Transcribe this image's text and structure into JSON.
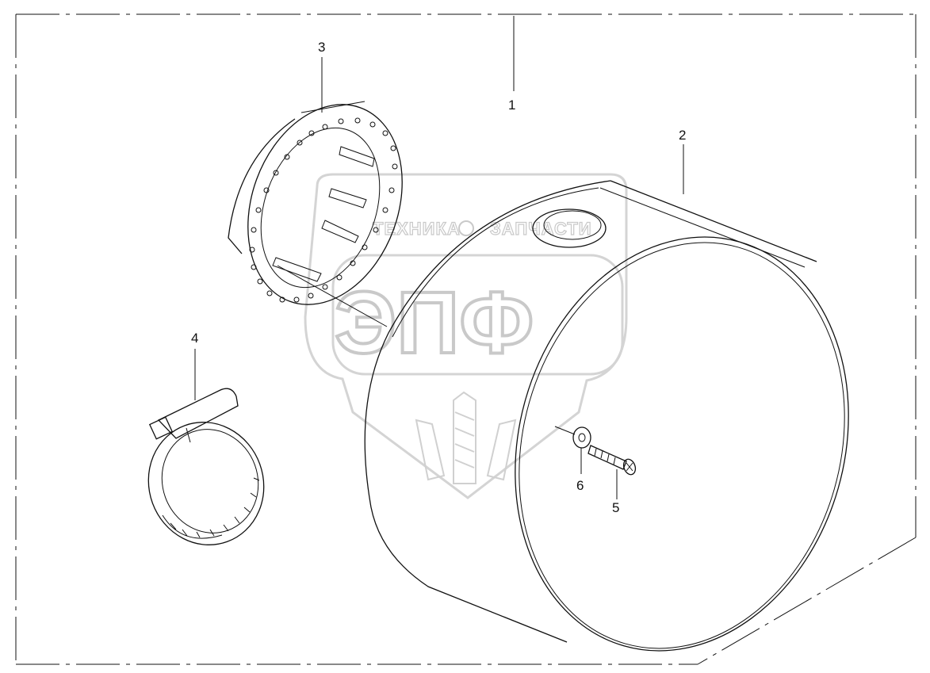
{
  "watermark": {
    "left_word": "ТЕХНИКА",
    "right_word": "ЗАПЧАСТИ",
    "big_letters": "ЭПФ"
  },
  "callouts": [
    {
      "id": "1",
      "label": "1"
    },
    {
      "id": "2",
      "label": "2"
    },
    {
      "id": "3",
      "label": "3"
    },
    {
      "id": "4",
      "label": "4"
    },
    {
      "id": "5",
      "label": "5"
    },
    {
      "id": "6",
      "label": "6"
    }
  ],
  "colors": {
    "line": "#111111",
    "watermark": "#c9c9c9",
    "background": "#ffffff"
  }
}
